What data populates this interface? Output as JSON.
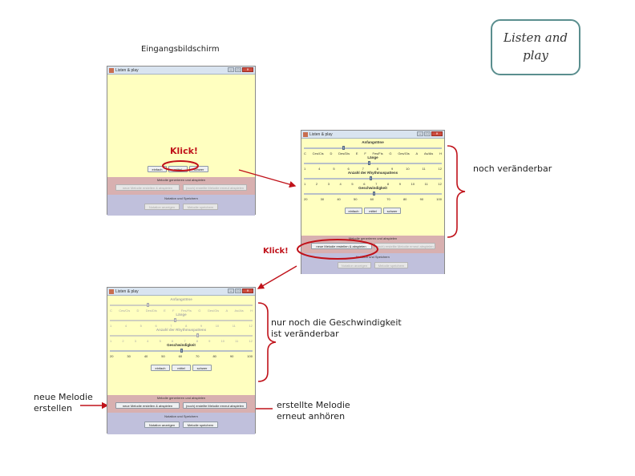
{
  "logo_title": [
    "Listen and",
    "play"
  ],
  "caption_start": "Eingangsbildschirm",
  "klick1": "Klick!",
  "klick2": "Klick!",
  "window_title": "Listen & play",
  "btn_easy": "einfach",
  "btn_medium": "mittel",
  "btn_hard": "schwer",
  "bar_generate": "Melodie generieren und abspielen",
  "btn_new_melody": "neue Melodie erstellen & abspielen",
  "btn_replay": "(noch) erstellte Melodie erneut abspielen",
  "bar_notation": "Notation und Speichern",
  "btn_show_notation": "Notation anzeigen",
  "btn_save_melody": "Melodie speichern",
  "label_start_tone": "Anfangstöne",
  "label_length": "Länge",
  "label_rhythm": "Anzahl der Rhythmuspattens",
  "label_speed": "Geschwindigkeit",
  "ticks_tone": [
    "C",
    "Ces/Cis",
    "D",
    "Des/Dis",
    "E",
    "F",
    "Fes/Fis",
    "G",
    "Ges/Gis",
    "A",
    "As/Ais",
    "H"
  ],
  "ticks_length": [
    "1",
    "4",
    "5",
    "6",
    "7",
    "8",
    "9",
    "10",
    "11",
    "12"
  ],
  "ticks_rhythm": [
    "1",
    "2",
    "3",
    "4",
    "5",
    "6",
    "7",
    "8",
    "9",
    "10",
    "11",
    "12"
  ],
  "ticks_speed": [
    "20",
    "30",
    "40",
    "50",
    "60",
    "70",
    "80",
    "90",
    "100"
  ],
  "annotation_changeable": "noch veränderbar",
  "annotation_speed_only": [
    "nur noch die Geschwindigkeit",
    "ist veränderbar"
  ],
  "annotation_new_melody": [
    "neue Melodie",
    "erstellen"
  ],
  "annotation_replay": [
    "erstellte Melodie",
    "erneut anhören"
  ],
  "colors": {
    "yellow": "#ffffc0",
    "pink": "#d8b0b0",
    "lavender": "#c0c0dc",
    "red": "#c0121a",
    "frame": "#5a8e8e"
  }
}
